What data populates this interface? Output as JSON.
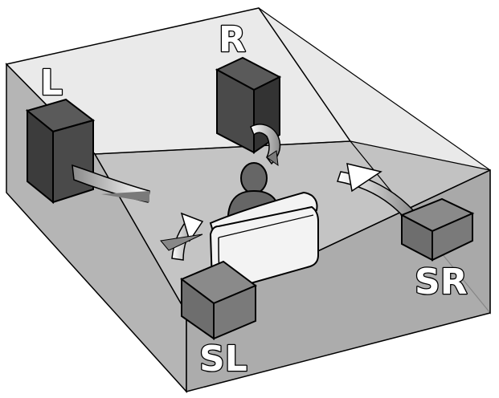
{
  "labels": {
    "front_left": "L",
    "front_right": "R",
    "surround_left": "SL",
    "surround_right": "SR"
  },
  "colors": {
    "room_floor": "#c4c4c4",
    "room_wall": "#9e9e9e",
    "speaker_front": "#4a4a4a",
    "speaker_side": "#333333",
    "speaker_surround": "#6e6e6e",
    "sofa": "#f3f3f3",
    "listener": "#666666",
    "arrow": "#ffffff",
    "outline": "#000000"
  }
}
